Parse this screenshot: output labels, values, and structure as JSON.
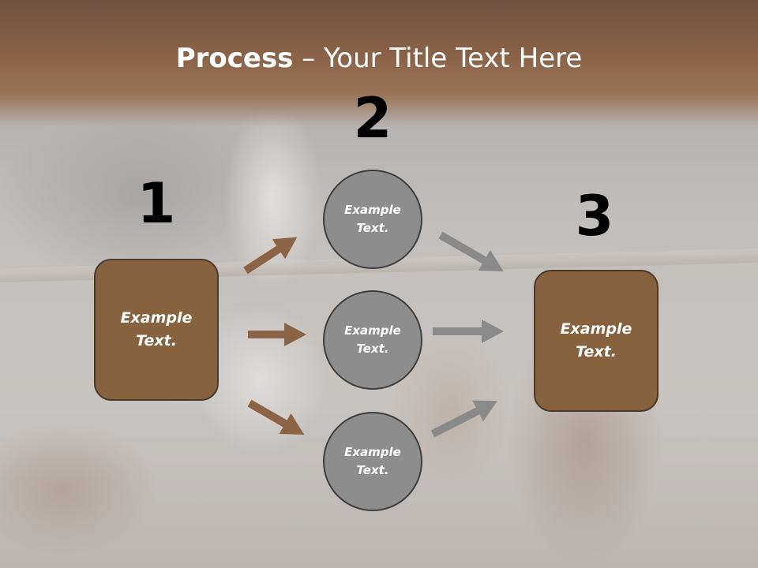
{
  "slide": {
    "title_bold": "Process",
    "title_rest": " – Your Title Text Here"
  },
  "steps": {
    "n1": "1",
    "n2": "2",
    "n3": "3"
  },
  "box_left": {
    "line1": "Example",
    "line2": "Text."
  },
  "box_right": {
    "line1": "Example",
    "line2": "Text."
  },
  "circles": [
    {
      "line1": "Example",
      "line2": "Text."
    },
    {
      "line1": "Example",
      "line2": "Text."
    },
    {
      "line1": "Example",
      "line2": "Text."
    }
  ],
  "colors": {
    "header": "#8a6348",
    "box_fill": "#87623f",
    "circle_fill": "#8d8d8d",
    "arrow_brown": "#8b6446",
    "arrow_gray": "#8a8a8a"
  }
}
